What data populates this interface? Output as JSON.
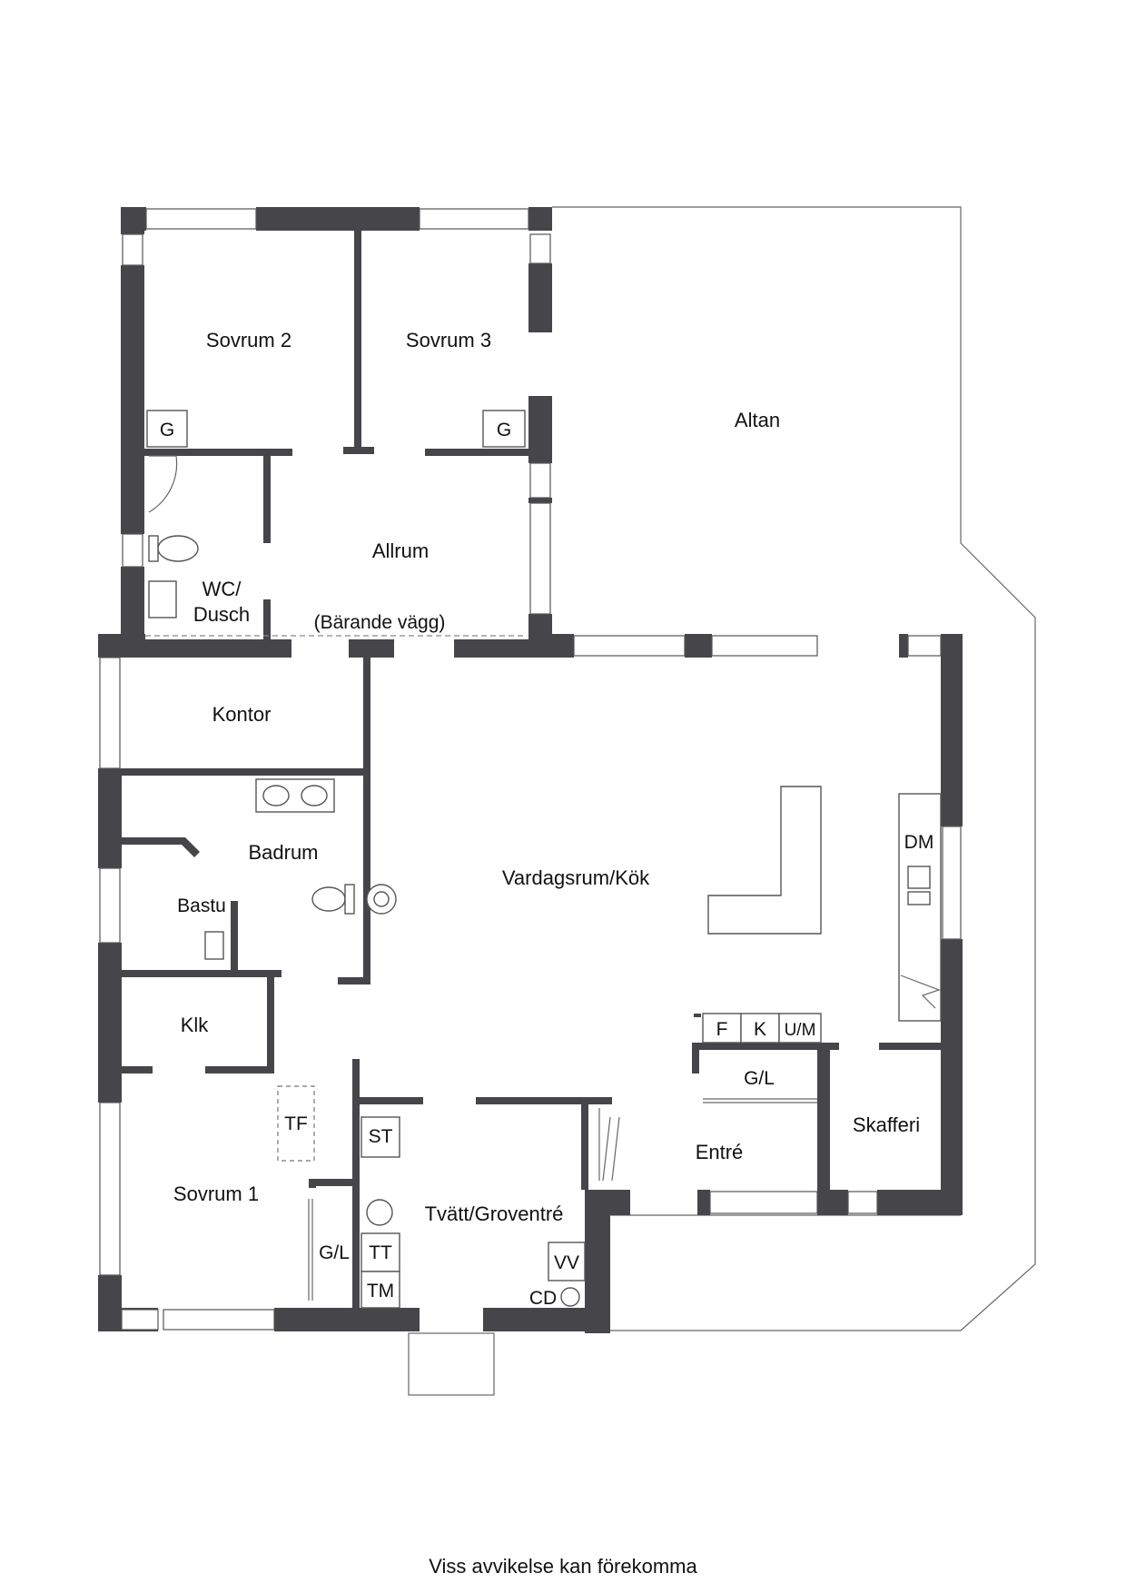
{
  "rooms": {
    "sovrum2": "Sovrum 2",
    "sovrum3": "Sovrum 3",
    "altan": "Altan",
    "allrum": "Allrum",
    "wc_line1": "WC/",
    "wc_line2": "Dusch",
    "barande_vagg": "(Bärande vägg)",
    "kontor": "Kontor",
    "badrum": "Badrum",
    "bastu": "Bastu",
    "vardagsrum_kok": "Vardagsrum/Kök",
    "klk": "Klk",
    "sovrum1": "Sovrum 1",
    "tvatt_groventre": "Tvätt/Groventré",
    "entre": "Entré",
    "skafferi": "Skafferi"
  },
  "fixtures": {
    "g_left": "G",
    "g_right": "G",
    "dm": "DM",
    "f": "F",
    "k": "K",
    "um": "U/M",
    "gl_entre": "G/L",
    "tf": "TF",
    "st": "ST",
    "tt": "TT",
    "tm": "TM",
    "gl_sovrum1": "G/L",
    "vv": "VV",
    "cd": "CD"
  },
  "footnote": "Viss avvikelse kan förekomma"
}
